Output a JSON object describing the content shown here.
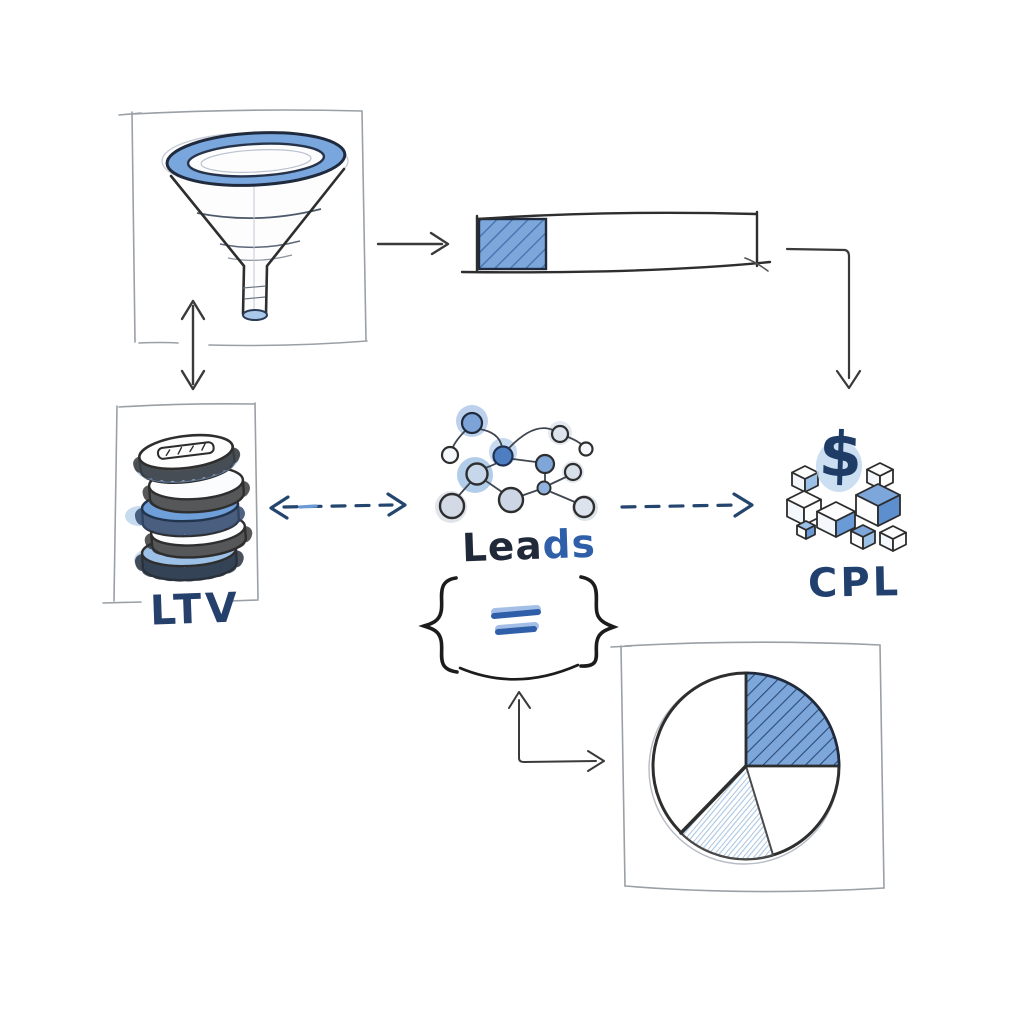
{
  "diagram": {
    "type": "hand-drawn marketing metrics sketch",
    "background": "#ffffff",
    "labels": {
      "ltv": "LTV",
      "leads": "Leads",
      "leads_dark_part": "Lea",
      "leads_blue_part": "ds",
      "cpl": "CPL",
      "dollar": "$",
      "equals": "=",
      "brace_left": "{",
      "brace_right": "}"
    },
    "nodes": [
      {
        "id": "funnel",
        "icon": "funnel-icon",
        "boxed": true
      },
      {
        "id": "progress-bar",
        "icon": "progress-bar",
        "boxed": false
      },
      {
        "id": "ltv",
        "icon": "coin-stack-icon",
        "label": "LTV",
        "boxed": true
      },
      {
        "id": "leads",
        "icon": "network-icon",
        "label": "Leads",
        "boxed": false
      },
      {
        "id": "cpl",
        "icon": "cubes-icon",
        "symbol": "$",
        "label": "CPL",
        "boxed": false
      },
      {
        "id": "equals",
        "icon": "braces-equals",
        "symbol": "{ = }",
        "boxed": false
      },
      {
        "id": "pie-chart",
        "icon": "pie-chart-icon",
        "boxed": true
      }
    ],
    "connections": [
      {
        "from": "funnel",
        "to": "ltv",
        "style": "solid",
        "heads": "both",
        "orientation": "vertical"
      },
      {
        "from": "funnel",
        "to": "progress-bar",
        "style": "solid",
        "heads": "end",
        "orientation": "horizontal"
      },
      {
        "from": "progress-bar",
        "to": "cpl",
        "style": "solid-elbow",
        "heads": "end"
      },
      {
        "from": "ltv",
        "to": "leads",
        "style": "dashed",
        "heads": "both",
        "orientation": "horizontal"
      },
      {
        "from": "leads",
        "to": "cpl",
        "style": "dashed",
        "heads": "end",
        "orientation": "horizontal"
      },
      {
        "from": "equals",
        "to": "pie-chart",
        "style": "solid-elbow",
        "heads": "both"
      }
    ],
    "progress_bar": {
      "fill_percent": 24,
      "fill_style": "blue-hatched"
    },
    "network": {
      "node_count": 12,
      "highlighted_blue_nodes": 4
    },
    "colors": {
      "accent_blue": "#7da7db",
      "accent_blue_dark": "#3c6cb0",
      "ink_navy": "#24456e",
      "sketch_dark": "#2e2e2e",
      "box_gray": "#9aa0a6",
      "halo_light_blue": "#bcd4ee"
    }
  },
  "chart_data": {
    "type": "pie",
    "title": "",
    "slices": [
      {
        "label": "blue-hatched",
        "percent": 25,
        "style": "blue-hatched",
        "position": "top-right quadrant"
      },
      {
        "label": "light-hatched",
        "percent": 17,
        "style": "light-blue-hatched",
        "position": "bottom-left"
      },
      {
        "label": "unfilled",
        "percent": 58,
        "style": "white"
      }
    ],
    "legend": "none",
    "data_labels": "none"
  }
}
